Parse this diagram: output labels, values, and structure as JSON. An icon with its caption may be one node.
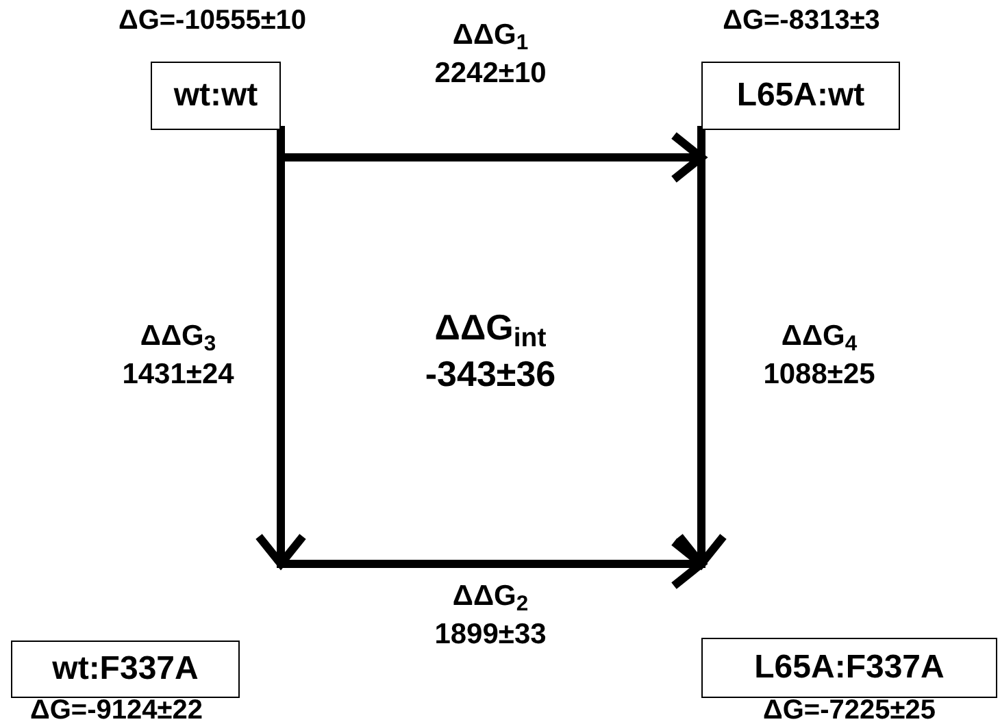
{
  "diagram": {
    "nodes": [
      {
        "text": [
          "wt:wt"
        ],
        "beside": [
          "ΔG=-10555±10"
        ]
      },
      {
        "text": [
          "L65A:wt"
        ],
        "beside": [
          "ΔG=-8313±3"
        ]
      },
      {
        "text": [
          "wt:F337A"
        ],
        "beside": [
          "ΔG=-9124±22"
        ]
      },
      {
        "text": [
          "L65A:F337A"
        ],
        "beside": [
          "ΔG=-7225±25"
        ]
      }
    ],
    "edges": [
      {
        "from": 0,
        "to": 1,
        "arrow": "to",
        "label": "ΔΔG$_{1}$ 2242±10"
      },
      {
        "from": 0,
        "to": 2,
        "arrow": "to",
        "label": "ΔΔG$_{3}$ 1431±24"
      },
      {
        "from": 1,
        "to": 3,
        "arrow": "to",
        "label": "ΔΔG$_{4}$ 1088±25"
      },
      {
        "from": 2,
        "to": 3,
        "arrow": "to",
        "label": "ΔΔG$_{2}$ 1899±33"
      }
    ],
    "labels": [
      "ΔΔG$_{int}$ -343±36"
    ]
  }
}
